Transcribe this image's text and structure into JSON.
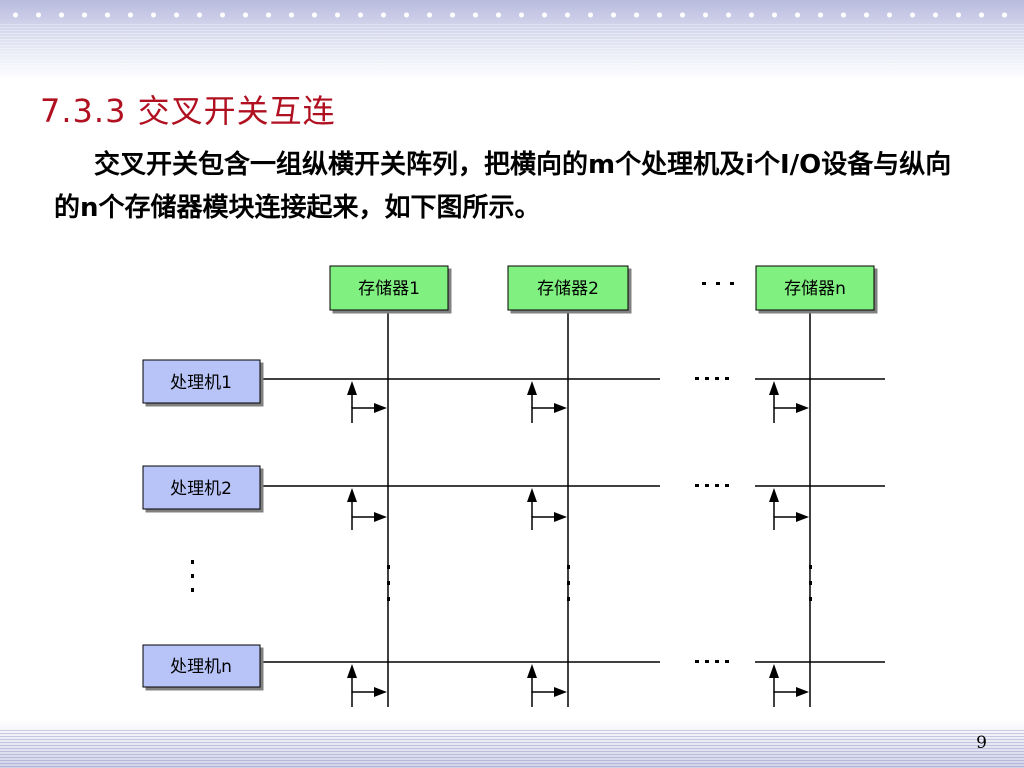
{
  "slide": {
    "title": "7.3.3  交叉开关互连",
    "paragraph": "交叉开关包含一组纵横开关阵列，把横向的m个处理机及i个I/O设备与纵向的n个存储器模块连接起来，如下图所示。",
    "page_number": "9"
  },
  "diagram": {
    "memories": [
      {
        "label": "存储器1"
      },
      {
        "label": "存储器2"
      },
      {
        "label": "存储器n"
      }
    ],
    "processors": [
      {
        "label": "处理机1"
      },
      {
        "label": "处理机2"
      },
      {
        "label": "处理机n"
      }
    ],
    "colors": {
      "memory_fill": "#80f080",
      "processor_fill": "#b8c4f8",
      "line": "#000000"
    }
  }
}
